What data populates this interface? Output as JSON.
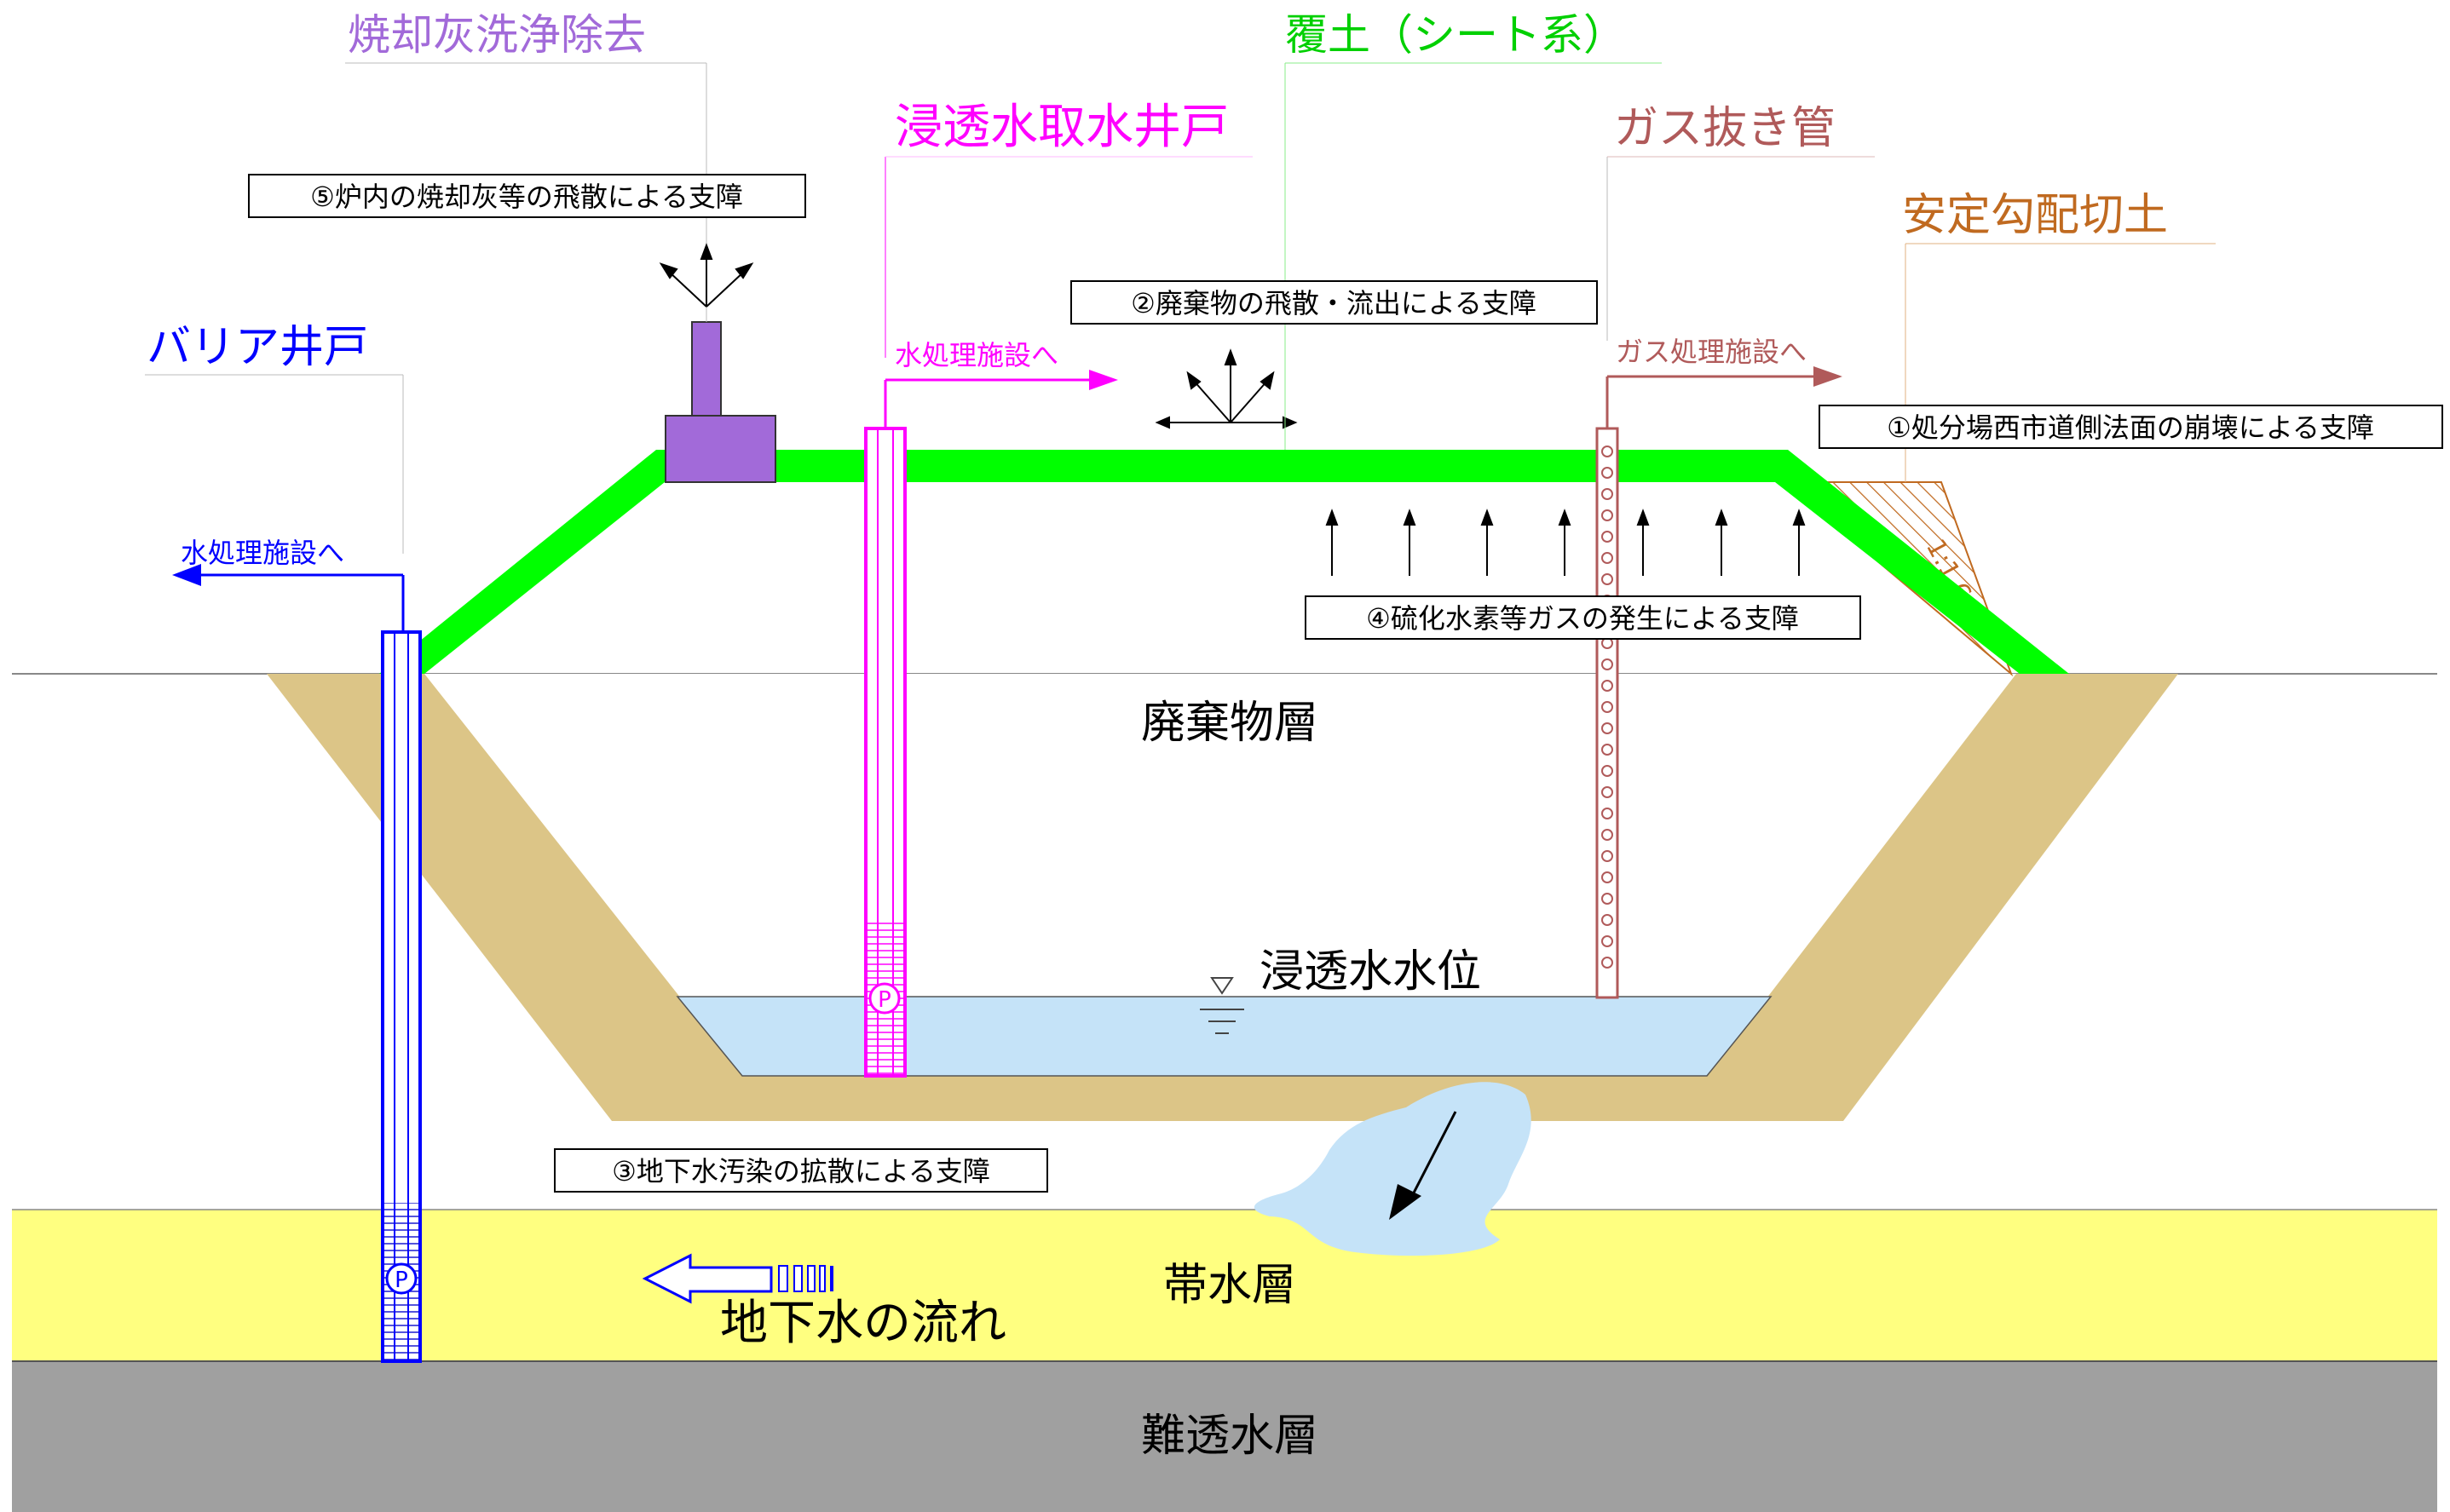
{
  "labels": {
    "ash_wash_removal": "焼却灰洗浄除去",
    "cover_soil": "覆土（シート系）",
    "leachate_well": "浸透水取水井戸",
    "gas_vent_pipe": "ガス抜き管",
    "stable_slope_cut": "安定勾配切土",
    "barrier_well": "バリア井戸",
    "waste_layer": "廃棄物層",
    "leachate_level": "浸透水水位",
    "aquifer": "帯水層",
    "groundwater_flow": "地下水の流れ",
    "impermeable_layer": "難透水層",
    "to_water_treatment_barrier": "水処理施設へ",
    "to_water_treatment_leachate": "水処理施設へ",
    "to_gas_treatment": "ガス処理施設へ",
    "slope_ratio": "1:1.6",
    "pump_mark": "P"
  },
  "hazards": {
    "h1": "①処分場西市道側法面の崩壊による支障",
    "h2": "②廃棄物の飛散・流出による支障",
    "h3": "③地下水汚染の拡散による支障",
    "h4": "④硫化水素等ガスの発生による支障",
    "h5": "⑤炉内の焼却灰等の飛散による支障"
  },
  "colors": {
    "cover": "#00ff00",
    "soil": "#dcc587",
    "aquifer": "#ffff80",
    "impermeable": "#a0a0a0",
    "water": "#c5e3f8",
    "purple": "#a26ad9",
    "magenta": "#ff00ff",
    "green_label": "#00d000",
    "blue": "#0000ff",
    "gas": "#b05a5a",
    "brown": "#c06a20"
  }
}
